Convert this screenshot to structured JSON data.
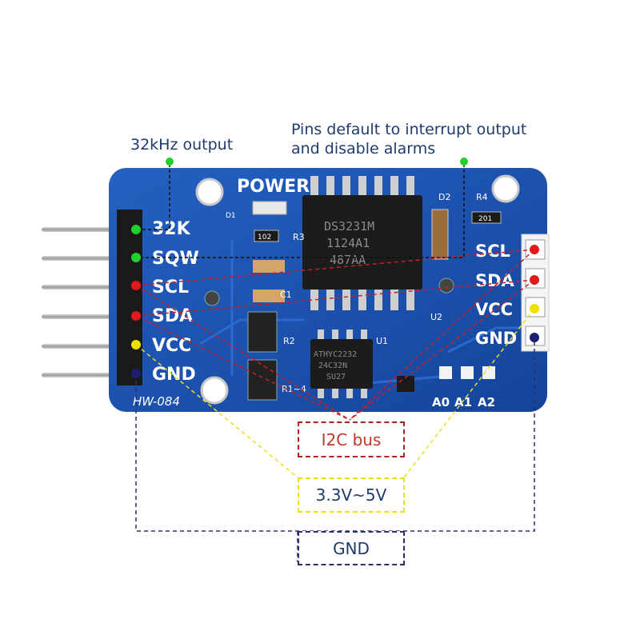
{
  "annotations": {
    "khz_output": "32kHz output",
    "interrupt_line1": "Pins default to interrupt output",
    "interrupt_line2": "and disable alarms"
  },
  "boxes": {
    "i2c": "I2C bus",
    "voltage": "3.3V~5V",
    "gnd": "GND"
  },
  "board": {
    "power_label": "POWER",
    "model": "HW-084",
    "rtc_chip_lines": [
      "DS3231M",
      "1124A1",
      "487AA"
    ],
    "eeprom_lines": [
      "ATHYC2232",
      "24C32N",
      "SU27"
    ],
    "left_pins": [
      "32K",
      "SQW",
      "SCL",
      "SDA",
      "VCC",
      "GND"
    ],
    "right_pins": [
      "SCL",
      "SDA",
      "VCC",
      "GND"
    ],
    "address_pads": [
      "A0",
      "A1",
      "A2"
    ],
    "refdes": [
      "D1",
      "D2",
      "R1~4",
      "R2",
      "R3",
      "R4",
      "U1",
      "U2",
      "C1",
      "102",
      "201"
    ]
  },
  "colors": {
    "pcb": "#1b4fa8",
    "i2c_line": "#cc1f1f",
    "power_line": "#e8e020",
    "gnd_line": "#2a2f6e",
    "khz_dot": "#1fd12b",
    "signal_box_border": "#b22222"
  }
}
